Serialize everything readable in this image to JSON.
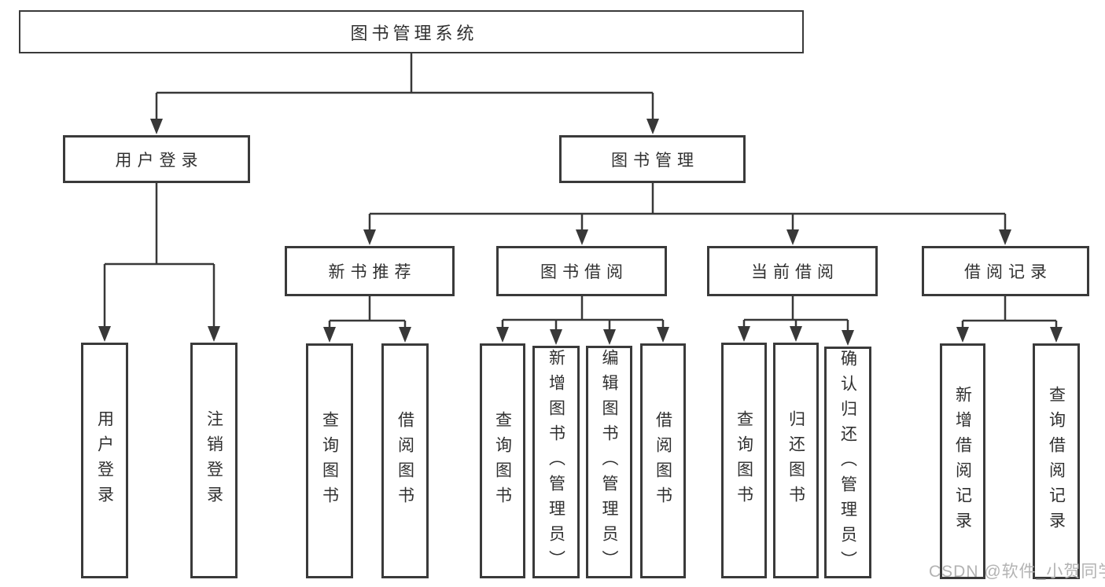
{
  "colors": {
    "background": "#ffffff",
    "line": "#383838",
    "box_border": "#3a3a3a",
    "text": "#303030",
    "watermark": "#b3b3b3"
  },
  "watermark": {
    "text": "CSDN @软件_小贺同学"
  },
  "tree": {
    "label": "图书管理系统",
    "children": [
      {
        "label": "用户登录",
        "children": [
          {
            "label": "用户登录"
          },
          {
            "label": "注销登录"
          }
        ]
      },
      {
        "label": "图书管理",
        "children": [
          {
            "label": "新书推荐",
            "children": [
              {
                "label": "查询图书"
              },
              {
                "label": "借阅图书"
              }
            ]
          },
          {
            "label": "图书借阅",
            "children": [
              {
                "label": "查询图书"
              },
              {
                "label": "新增图书（管理员）"
              },
              {
                "label": "编辑图书（管理员）"
              },
              {
                "label": "借阅图书"
              }
            ]
          },
          {
            "label": "当前借阅",
            "children": [
              {
                "label": "查询图书"
              },
              {
                "label": "归还图书"
              },
              {
                "label": "确认归还（管理员）"
              }
            ]
          },
          {
            "label": "借阅记录",
            "children": [
              {
                "label": "新增借阅记录"
              },
              {
                "label": "查询借阅记录"
              }
            ]
          }
        ]
      }
    ]
  }
}
